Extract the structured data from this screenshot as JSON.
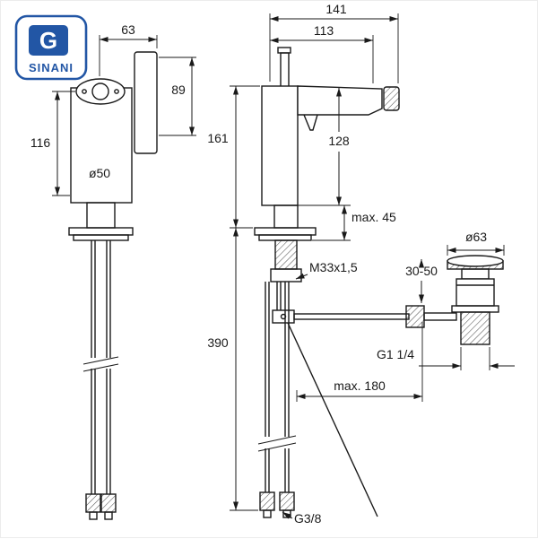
{
  "logo": {
    "brand": "SINANI",
    "monogram": "G",
    "color": "#2256a5"
  },
  "front_view": {
    "dim_top_width": "63",
    "dim_handle_height": "89",
    "dim_body_height": "116",
    "dim_body_diameter": "ø50"
  },
  "side_view": {
    "dim_total_reach": "141",
    "dim_spout_reach": "113",
    "dim_height": "161",
    "dim_spout_height": "128",
    "dim_deck_thickness": "max. 45",
    "thread_shank": "M33x1,5",
    "dim_supply_length": "390",
    "dim_rod_reach": "max. 180",
    "thread_supply": "G3/8"
  },
  "drain": {
    "dim_cap_diameter": "ø63",
    "dim_adjustment": "30-50",
    "thread_tailpiece": "G1 1/4"
  }
}
